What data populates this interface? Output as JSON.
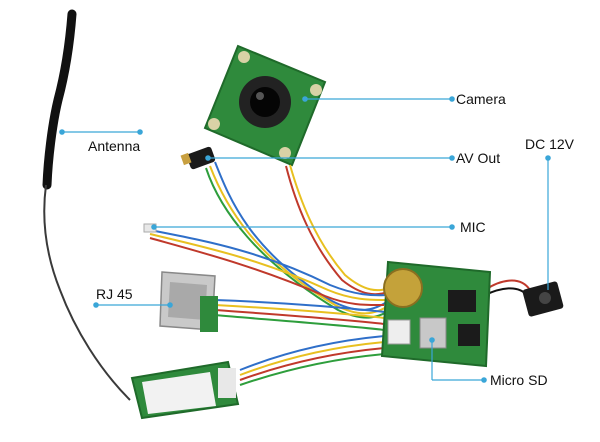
{
  "callouts": {
    "antenna": "Antenna",
    "camera": "Camera",
    "av_out": "AV Out",
    "dc": "DC 12V",
    "mic": "MIC",
    "rj45": "RJ 45",
    "micro_sd": "Micro SD"
  },
  "colors": {
    "leader_line": "#3aa6d8",
    "pcb_green": "#2f8a3c",
    "background": "#ffffff"
  }
}
